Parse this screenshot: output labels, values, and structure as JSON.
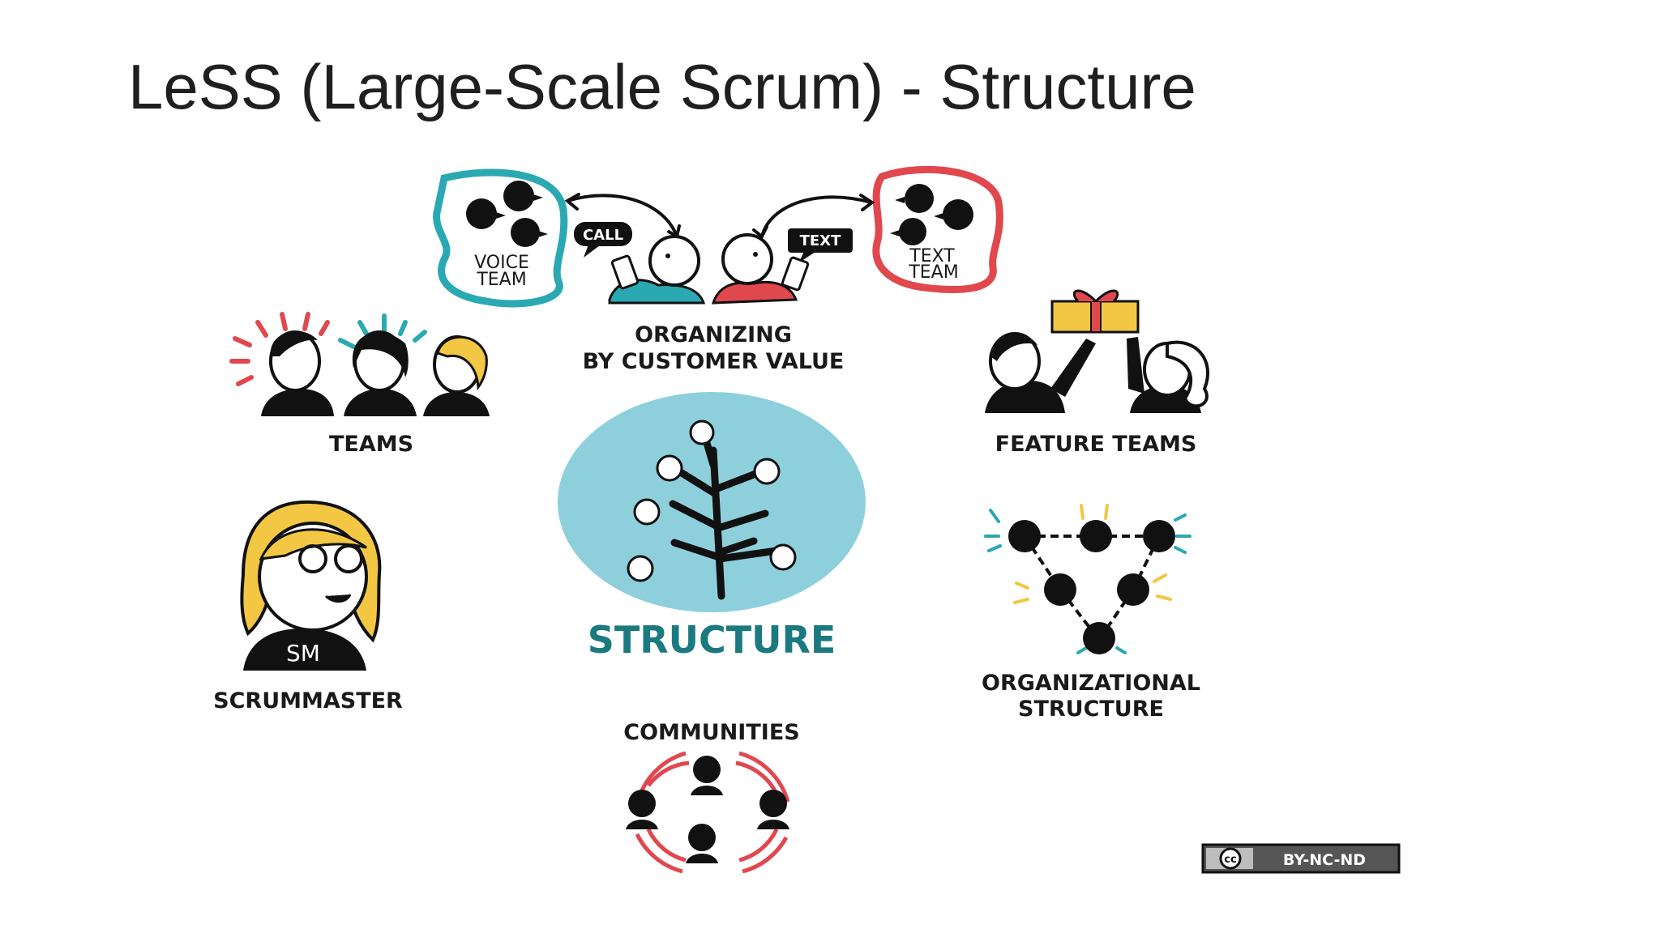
{
  "slide": {
    "title": "LeSS (Large-Scale Scrum) - Structure"
  },
  "diagram": {
    "center_label": "STRUCTURE",
    "nodes": {
      "organizing": {
        "line1": "ORGANIZING",
        "line2": "BY CUSTOMER VALUE"
      },
      "teams": {
        "label": "TEAMS"
      },
      "feature_teams": {
        "label": "FEATURE TEAMS"
      },
      "scrummaster": {
        "label": "SCRUMMASTER",
        "shirt": "SM"
      },
      "org_structure": {
        "line1": "ORGANIZATIONAL",
        "line2": "STRUCTURE"
      },
      "communities": {
        "label": "COMMUNITIES"
      }
    },
    "voice_team": {
      "line1": "VOICE",
      "line2": "TEAM"
    },
    "text_team": {
      "line1": "TEXT",
      "line2": "TEAM"
    },
    "call_bubble": "CALL",
    "text_bubble": "TEXT",
    "license": "BY-NC-ND",
    "license_cc": "cc",
    "colors": {
      "teal": "#2aa9b3",
      "red": "#e0484e",
      "light_teal_circle": "#8dd0dc",
      "yellow": "#f3c744",
      "center_text": "#1b7a80"
    }
  }
}
